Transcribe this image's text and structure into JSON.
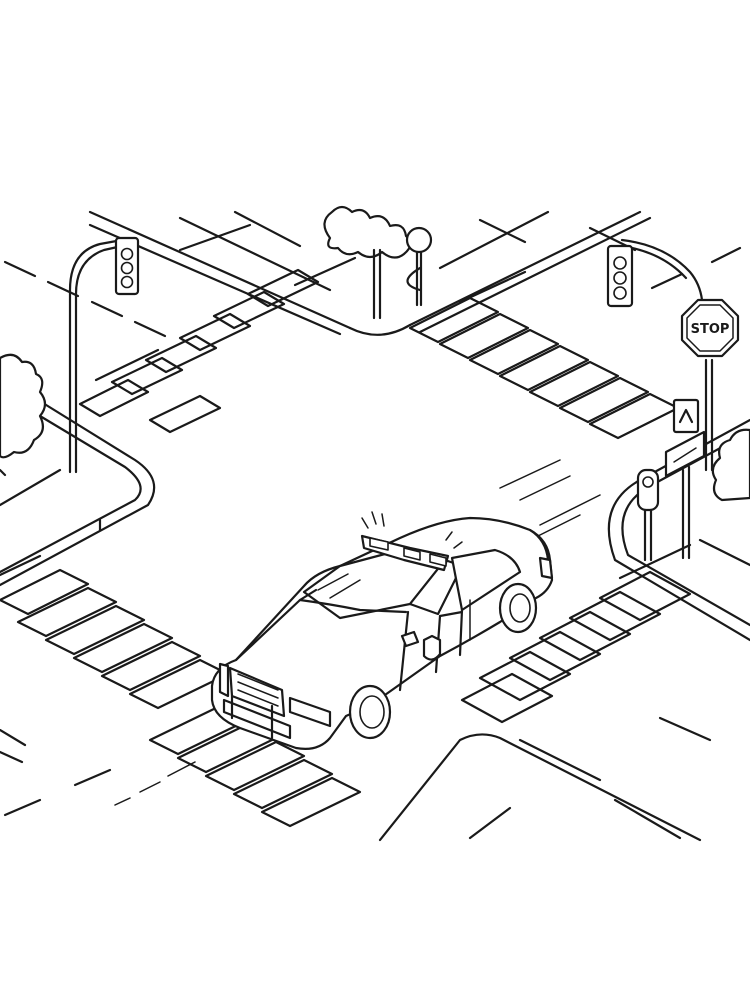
{
  "scene": {
    "subject": "police-car-at-intersection",
    "style": "black-and-white line art",
    "colors": {
      "line": "#1a1a1a",
      "background": "#ffffff"
    }
  },
  "stop_sign": {
    "text": "STOP"
  },
  "icons": [
    "traffic-light-icon",
    "stop-sign-icon",
    "police-badge-icon",
    "tree-icon",
    "bush-icon",
    "arrow-up-icon"
  ]
}
